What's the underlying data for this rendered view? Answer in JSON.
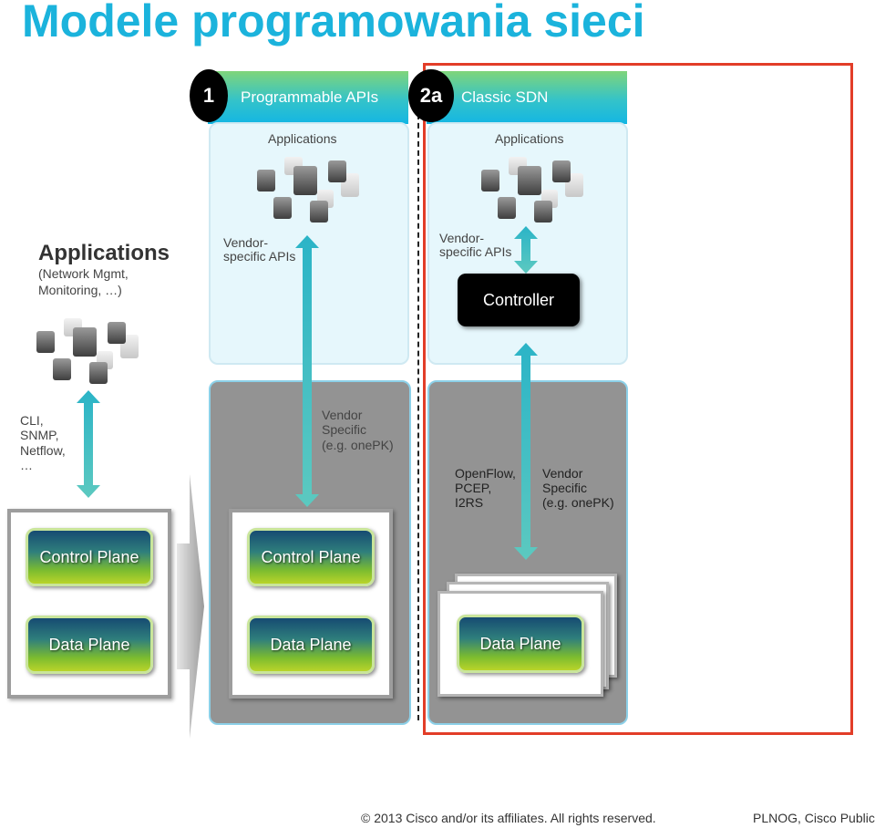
{
  "title": "Modele programowania sieci",
  "left": {
    "apps_heading": "Applications",
    "apps_sub_line1": "(Network Mgmt,",
    "apps_sub_line2": "Monitoring, …)",
    "interfaces_line1": "CLI,",
    "interfaces_line2": "SNMP,",
    "interfaces_line3": "Netflow,",
    "interfaces_line4": "…",
    "control_plane": "Control Plane",
    "data_plane": "Data Plane"
  },
  "model1": {
    "number": "1",
    "name": "Programmable APIs",
    "apps_label": "Applications",
    "api_line1": "Vendor-",
    "api_line2": "specific APIs",
    "southbound_line1": "Vendor",
    "southbound_line2": "Specific",
    "southbound_line3": "(e.g. onePK)",
    "control_plane": "Control Plane",
    "data_plane": "Data Plane"
  },
  "model2a": {
    "number": "2a",
    "name": "Classic SDN",
    "apps_label": "Applications",
    "api_line1": "Vendor-",
    "api_line2": "specific APIs",
    "controller": "Controller",
    "proto_line1": "OpenFlow,",
    "proto_line2": "PCEP,",
    "proto_line3": "I2RS",
    "vendor_line1": "Vendor",
    "vendor_line2": "Specific",
    "vendor_line3": "(e.g. onePK)",
    "data_plane": "Data Plane"
  },
  "footer": {
    "copyright": "© 2013 Cisco and/or its affiliates. All rights reserved.",
    "right": "PLNOG, Cisco Public"
  },
  "colors": {
    "title": "#1bb3dc",
    "highlight_frame": "#e23d28",
    "header_gradient_top": "#7fd57a",
    "header_gradient_bottom": "#13b6e3"
  },
  "icons": [
    "app-cluster-icon",
    "double-arrow-icon",
    "transition-chevron-icon"
  ]
}
